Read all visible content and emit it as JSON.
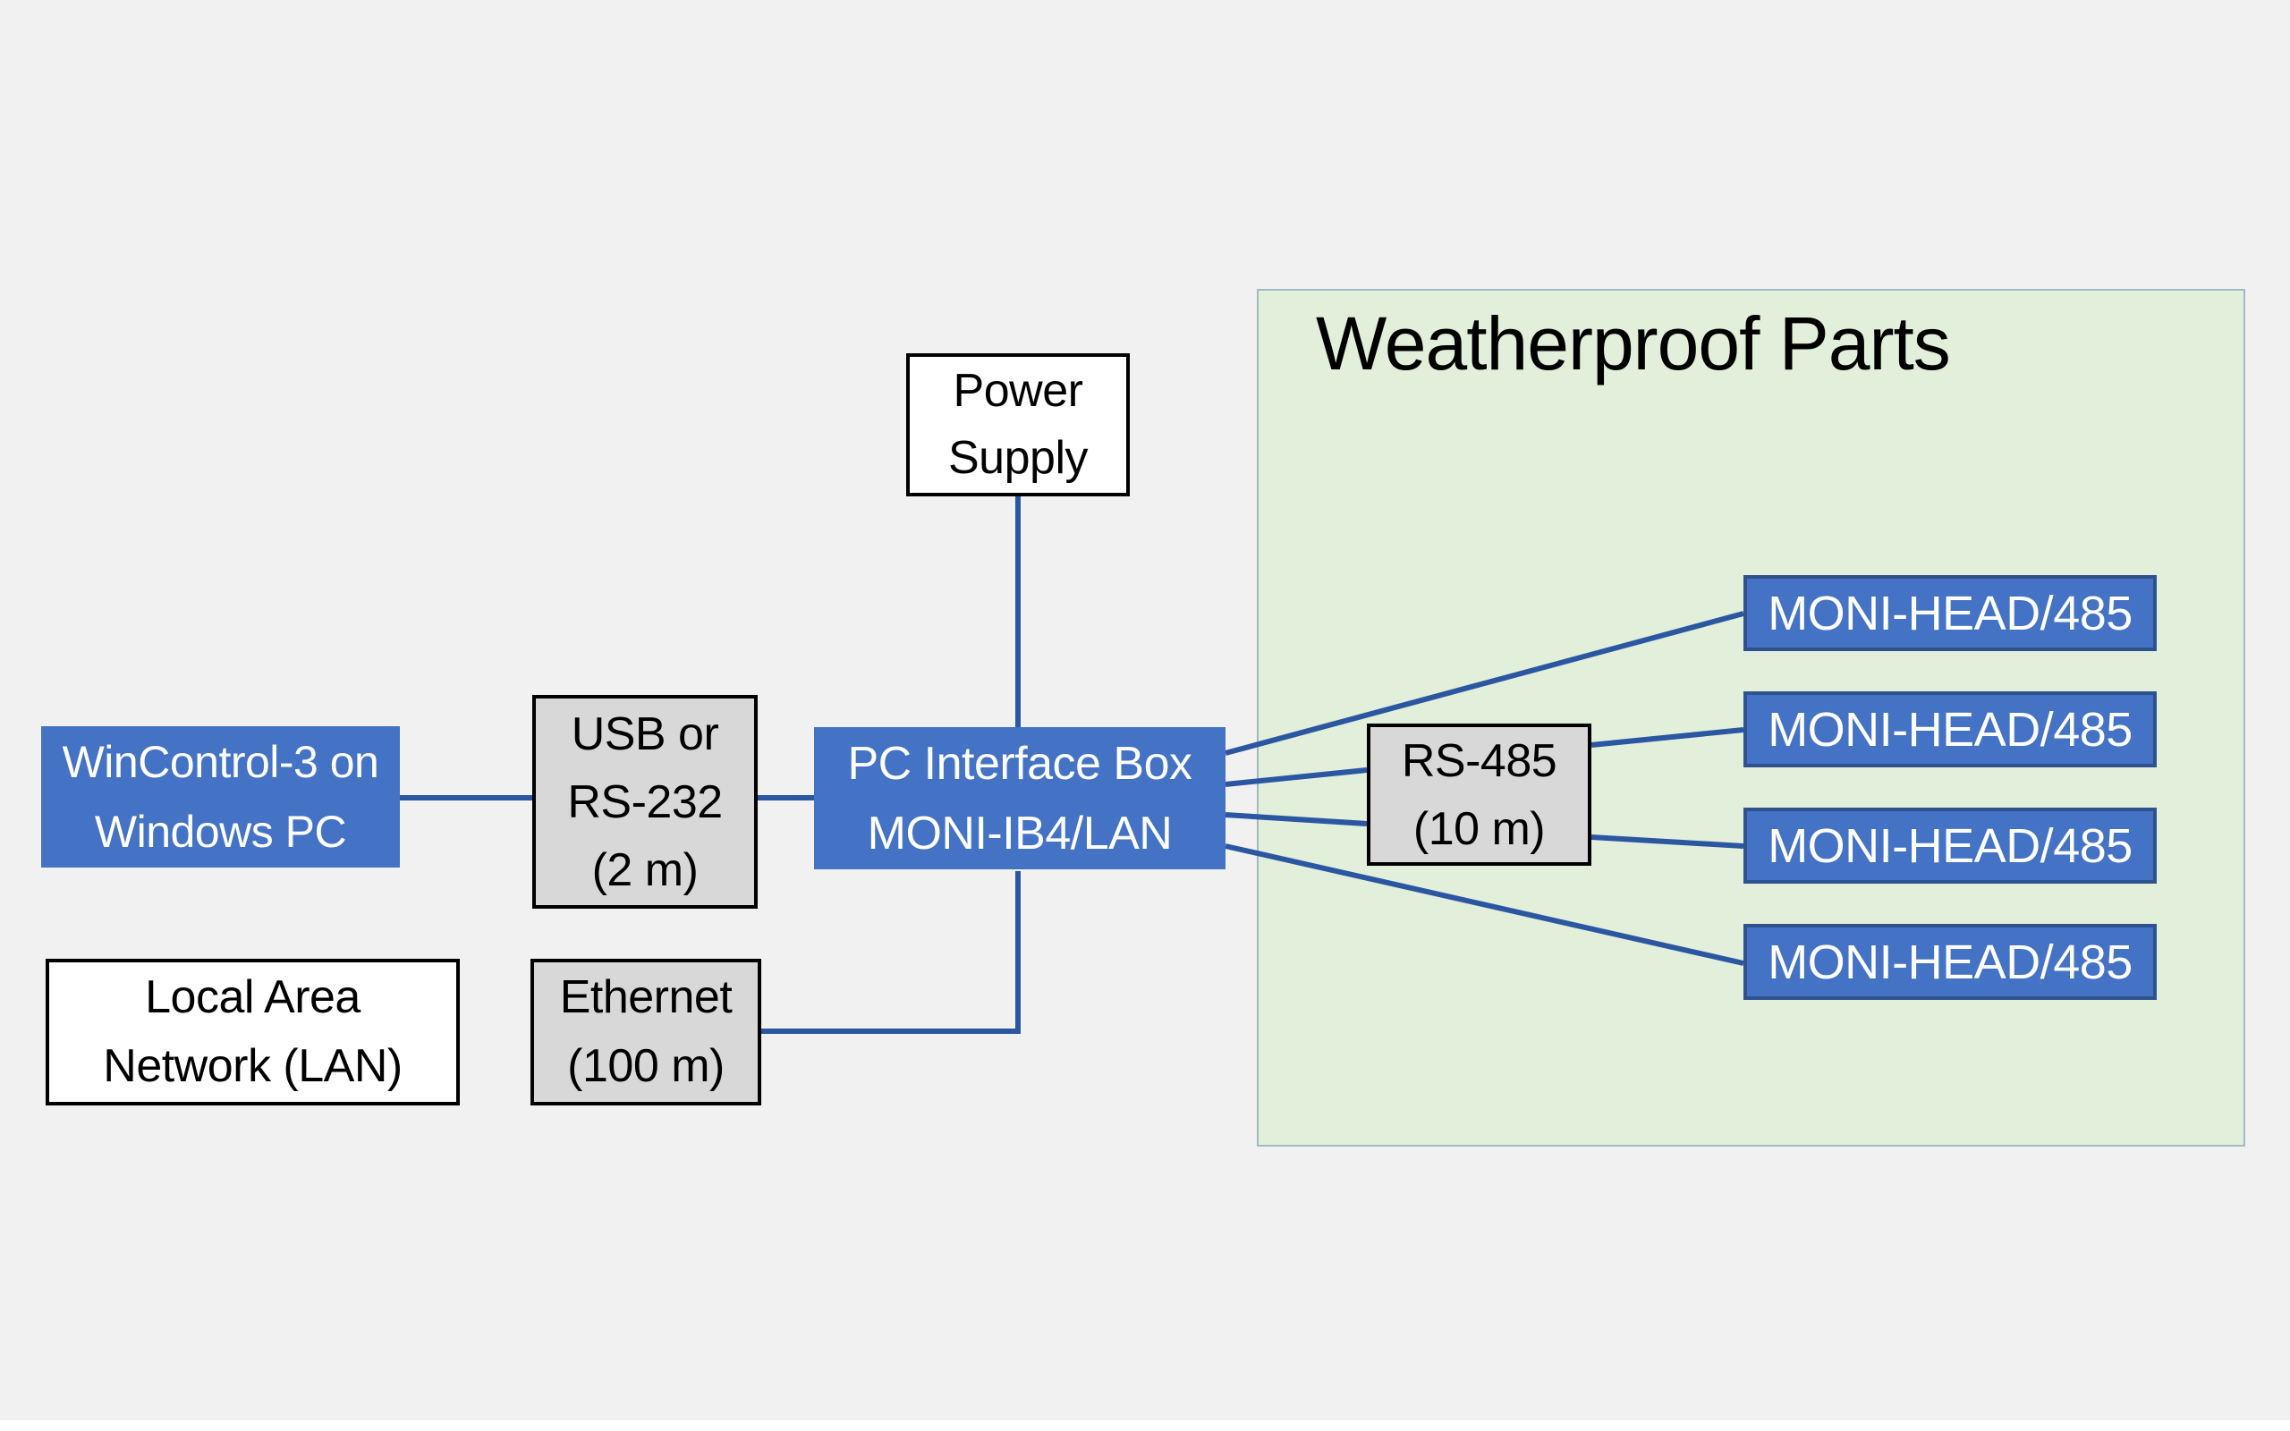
{
  "panel": {
    "title": "Weatherproof Parts"
  },
  "nodes": {
    "wincontrol": {
      "lines": [
        "WinControl-3 on",
        "Windows PC"
      ]
    },
    "usb": {
      "lines": [
        "USB or",
        "RS-232",
        "(2 m)"
      ]
    },
    "pc_interface": {
      "lines": [
        "PC Interface Box",
        "MONI-IB4/LAN"
      ]
    },
    "power_supply": {
      "lines": [
        "Power",
        "Supply"
      ]
    },
    "lan": {
      "lines": [
        "Local Area",
        "Network (LAN)"
      ]
    },
    "ethernet": {
      "lines": [
        "Ethernet",
        "(100 m)"
      ]
    },
    "rs485": {
      "lines": [
        "RS-485",
        "(10 m)"
      ]
    },
    "moni_heads": [
      "MONI-HEAD/485",
      "MONI-HEAD/485",
      "MONI-HEAD/485",
      "MONI-HEAD/485"
    ]
  },
  "connections": [
    {
      "from": "WinControl-3 on Windows PC",
      "to": "USB or RS-232 (2 m)"
    },
    {
      "from": "USB or RS-232 (2 m)",
      "to": "PC Interface Box MONI-IB4/LAN"
    },
    {
      "from": "Power Supply",
      "to": "PC Interface Box MONI-IB4/LAN"
    },
    {
      "from": "Local Area Network (LAN)",
      "to": "Ethernet (100 m)"
    },
    {
      "from": "Ethernet (100 m)",
      "to": "PC Interface Box MONI-IB4/LAN"
    },
    {
      "from": "PC Interface Box MONI-IB4/LAN",
      "to": "MONI-HEAD/485 #1"
    },
    {
      "from": "PC Interface Box MONI-IB4/LAN",
      "to": "RS-485 (10 m)"
    },
    {
      "from": "PC Interface Box MONI-IB4/LAN",
      "to": "RS-485 (10 m)"
    },
    {
      "from": "PC Interface Box MONI-IB4/LAN",
      "to": "MONI-HEAD/485 #4"
    },
    {
      "from": "RS-485 (10 m)",
      "to": "MONI-HEAD/485 #2"
    },
    {
      "from": "RS-485 (10 m)",
      "to": "MONI-HEAD/485 #3"
    }
  ],
  "colors": {
    "background": "#f1f1f1",
    "node_blue_fill": "#4472c4",
    "node_blue_border": "#2f528f",
    "node_gray_fill": "#d8d8d8",
    "node_white_fill": "#ffffff",
    "box_border_black": "#000000",
    "connector_blue": "#2b56a2",
    "panel_green_fill": "#e2efda",
    "panel_border": "#a2b8c6",
    "text_dark": "#000000",
    "text_light": "#ffffff"
  }
}
